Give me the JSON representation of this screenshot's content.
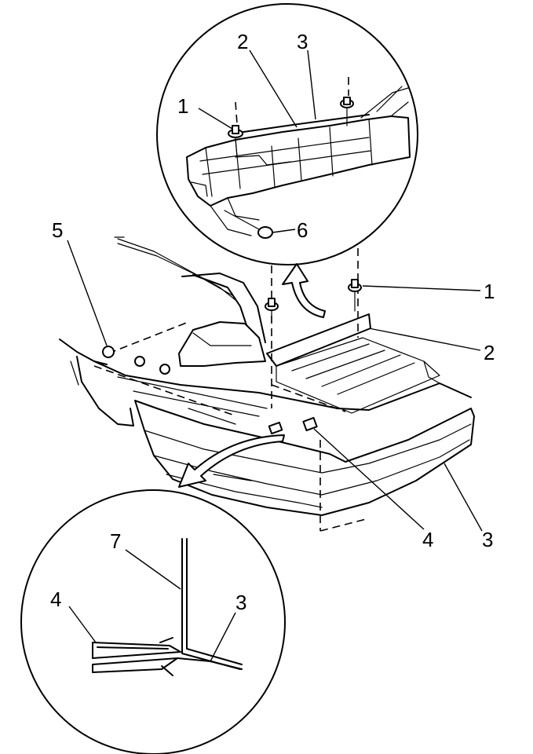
{
  "callouts": {
    "top_detail": {
      "nut_1": "1",
      "strip_2": "2",
      "fascia_3": "3",
      "bolt_6": "6"
    },
    "main": {
      "retainer_5": "5",
      "nut_1": "1",
      "strip_2": "2",
      "fascia_3": "3",
      "clip_4": "4"
    },
    "bottom_detail": {
      "panel_7": "7",
      "clip_4": "4",
      "fascia_3": "3"
    }
  }
}
